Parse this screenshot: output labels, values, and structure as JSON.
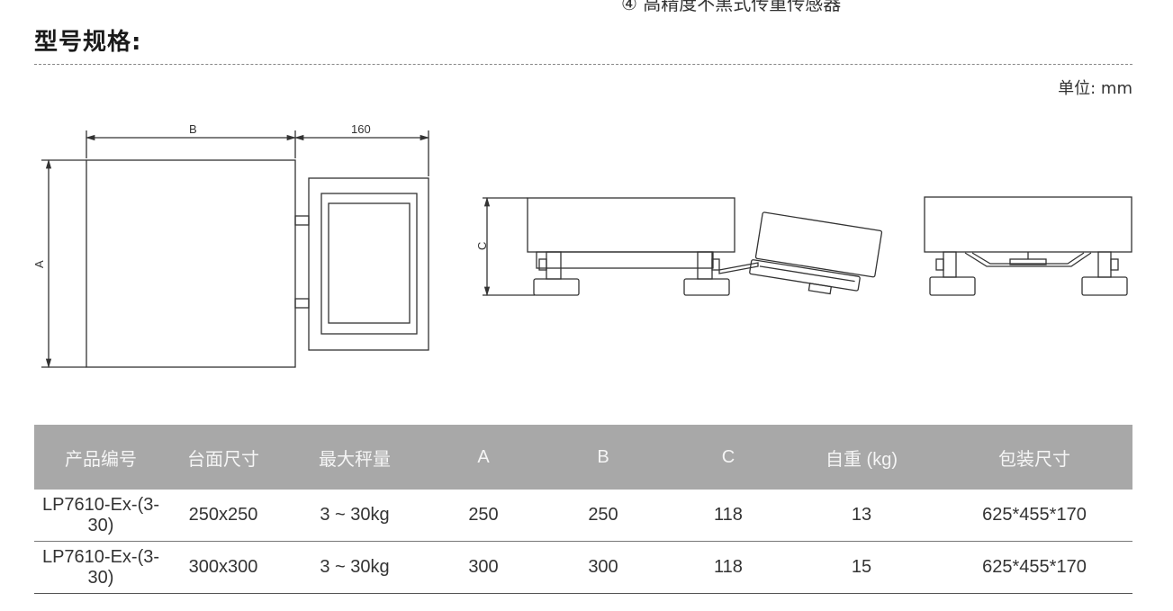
{
  "header": {
    "clipped_line": "④ 高精度不黑式传重传感器",
    "title": "型号规格:",
    "unit": "单位: mm"
  },
  "drawing": {
    "label_b": "B",
    "label_160": "160",
    "label_a": "A",
    "label_c": "C"
  },
  "table": {
    "headers": [
      "产品编号",
      "台面尺寸",
      "最大秤量",
      "A",
      "B",
      "C",
      "自重 (kg)",
      "包装尺寸"
    ],
    "rows": [
      [
        "LP7610-Ex-(3-30)",
        "250x250",
        "3 ~ 30kg",
        "250",
        "250",
        "118",
        "13",
        "625*455*170"
      ],
      [
        "LP7610-Ex-(3-30)",
        "300x300",
        "3 ~ 30kg",
        "300",
        "300",
        "118",
        "15",
        "625*455*170"
      ]
    ]
  }
}
